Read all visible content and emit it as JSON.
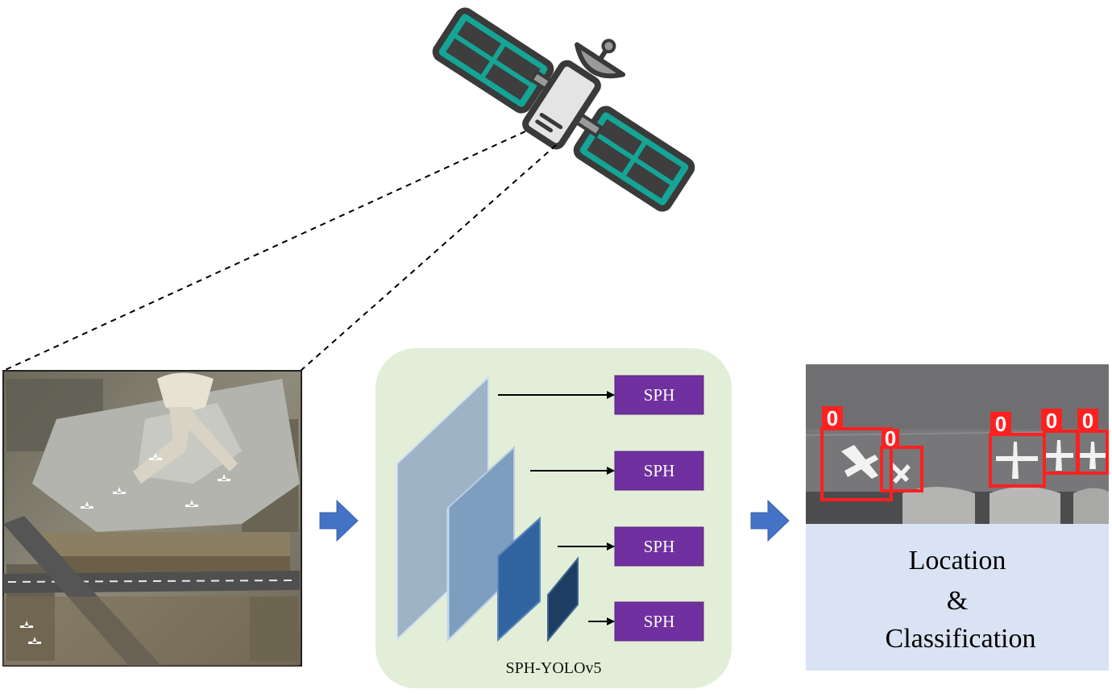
{
  "figure": {
    "model_name": "SPH-YOLOv5",
    "head_label": "SPH",
    "heads": [
      "SPH",
      "SPH",
      "SPH",
      "SPH"
    ],
    "result_line1": "Location",
    "result_line2": "&",
    "result_line3": "Classification",
    "detection_class_label": "0"
  },
  "colors": {
    "model_panel": "#e3eed8",
    "sph_box": "#7030a0",
    "flow_arrow": "#4472c4",
    "result_panel": "#dae3f3",
    "detection_box": "#ff2020",
    "satellite_panel": "#14a596",
    "satellite_outline": "#3a3a3a"
  },
  "icons": {
    "satellite": "satellite-icon",
    "arrow": "right-arrow-icon"
  }
}
